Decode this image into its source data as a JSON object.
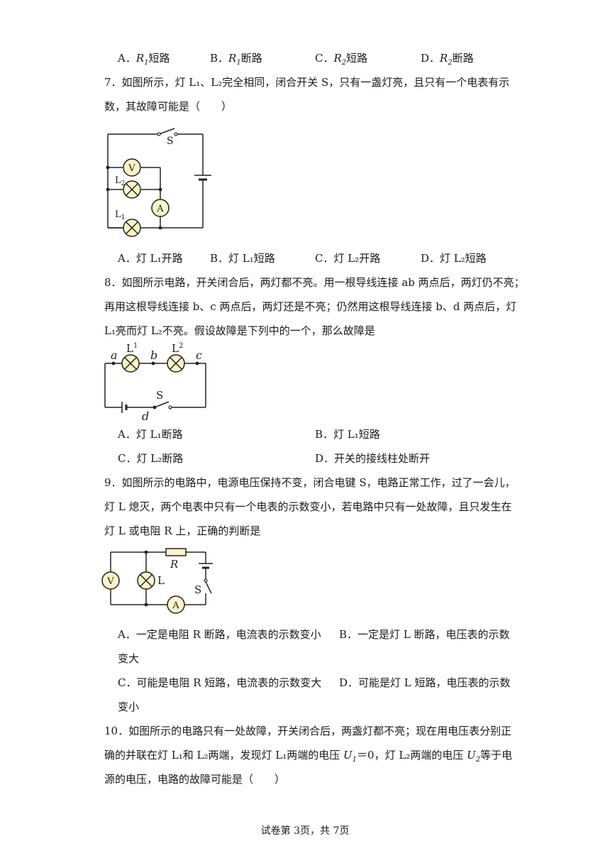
{
  "q6": {
    "options": [
      {
        "letter": "A．",
        "sym": "R",
        "sub": "1",
        "text": "短路"
      },
      {
        "letter": "B．",
        "sym": "R",
        "sub": "1",
        "text": "断路"
      },
      {
        "letter": "C．",
        "sym": "R",
        "sub": "2",
        "text": "短路"
      },
      {
        "letter": "D．",
        "sym": "R",
        "sub": "2",
        "text": "断路"
      }
    ]
  },
  "q7": {
    "line1": "7．如图所示，灯 L₁、L₂完全相同，闭合开关 S，只有一盏灯亮，且只有一个电表有示",
    "line2": "数，其故障可能是（　　）",
    "figure": {
      "switch": "S",
      "voltmeter": "V",
      "ammeter": "A",
      "lamp_top_letter": "L",
      "lamp_top_sub": "2",
      "lamp_bottom_letter": "L",
      "lamp_bottom_sub": "1"
    },
    "options": [
      "A．灯 L₁开路",
      "B．灯 L₁短路",
      "C．灯 L₂开路",
      "D．灯 L₂短路"
    ]
  },
  "q8": {
    "line1": "8．如图所示电路，开关闭合后，两灯都不亮。用一根导线连接 ab 两点后，两灯仍不亮；",
    "line2": "再用这根导线连接 b、c 两点后，两灯还是不亮；仍然用这根导线连接 b、d 两点后，灯",
    "line3": "L₁亮而灯 L₂不亮。假设故障是下列中的一个，那么故障是",
    "figure": {
      "a": "a",
      "b": "b",
      "c": "c",
      "d": "d",
      "switch": "S",
      "lamp1_letter": "L",
      "lamp1_sub": "1",
      "lamp2_letter": "L",
      "lamp2_sub": "2"
    },
    "options": [
      "A．灯 L₁断路",
      "B．灯 L₁短路",
      "C．灯 L₂断路",
      "D．开关的接线柱处断开"
    ]
  },
  "q9": {
    "line1": "9．如图所示的电路中，电源电压保持不变，闭合电键 S，电路正常工作，过了一会儿，",
    "line2": "灯 L 熄灭，两个电表中只有一个电表的示数变小，若电路中只有一处故障，且只发生在",
    "line3": "灯 L 或电阻 R 上，正确的判断是",
    "figure": {
      "voltmeter": "V",
      "lamp": "L",
      "resistor": "R",
      "switch": "S",
      "ammeter": "A"
    },
    "options": {
      "a": "A．一定是电阻 R 断路，电流表的示数变小",
      "b1": "B．一定是灯 L 断路，电压表的示数",
      "b2": "变大",
      "c": "C．可能是电阻 R 短路，电流表的示数变大",
      "d1": "D．可能是灯 L 短路，电压表的示数",
      "d2": "变小"
    }
  },
  "q10": {
    "line1": "10．如图所示的电路只有一处故障，开关闭合后，两盏灯都不亮；现在用电压表分别正",
    "line2_pre": "确的并联在灯 L₁和 L₂两端，发现灯 L₁两端的电压 ",
    "line2_u1": "U",
    "line2_u1_sub": "1",
    "line2_mid": "＝0，灯 L₂两端的电压 ",
    "line2_u2": "U",
    "line2_u2_sub": "2",
    "line2_post": "等于电",
    "line3": "源的电压，电路的故障可能是（　　）"
  },
  "footer": "试卷第 3页，共 7页",
  "colors": {
    "meter_fill": "#fdf5c8",
    "lamp_fill": "#fdf5c8",
    "wire": "#222222"
  }
}
